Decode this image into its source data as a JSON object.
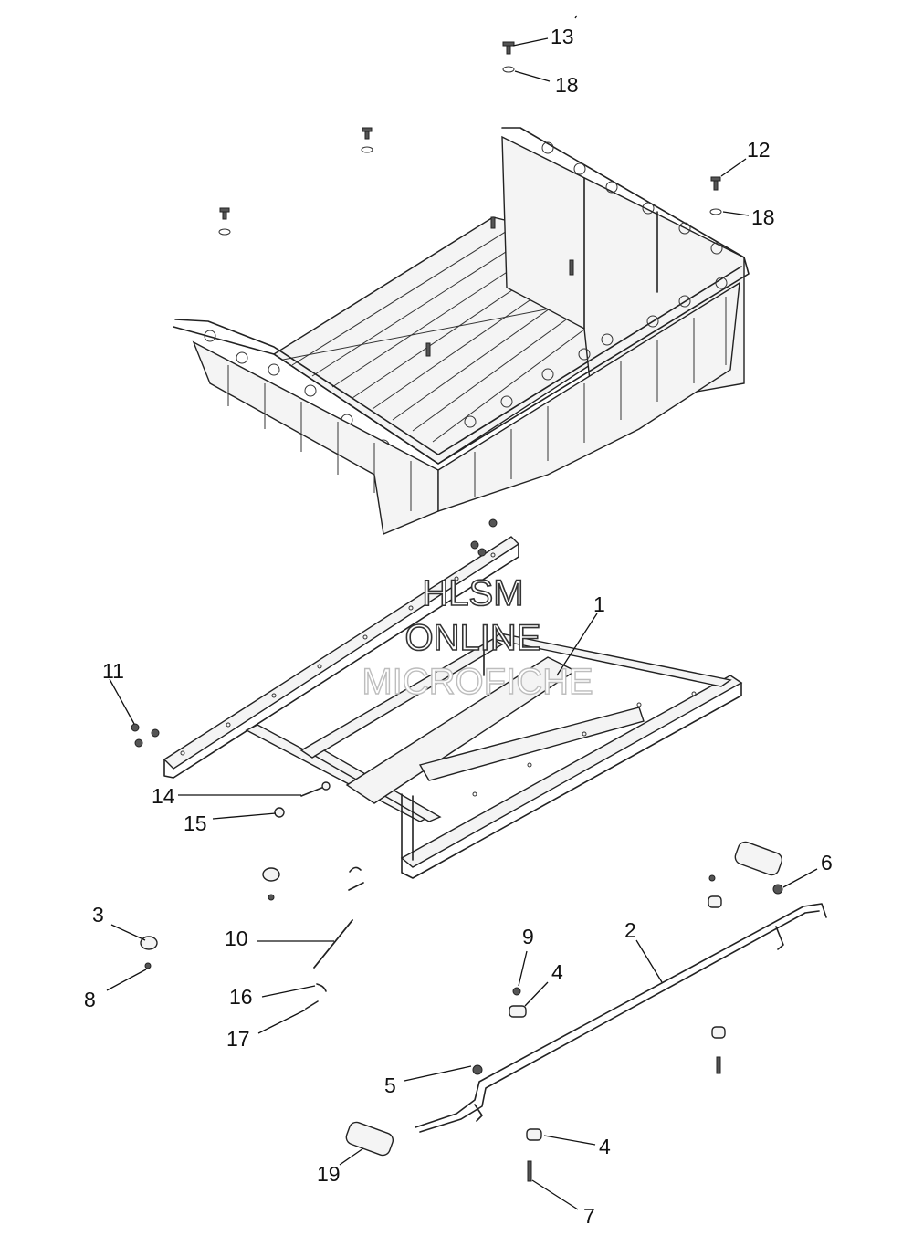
{
  "diagram": {
    "watermark": [
      "HLSM",
      "ONLINE",
      "MICROFICHE"
    ],
    "callouts": [
      "1",
      "2",
      "3",
      "4",
      "4",
      "5",
      "6",
      "7",
      "8",
      "9",
      "10",
      "11",
      "12",
      "13",
      "14",
      "15",
      "16",
      "17",
      "18",
      "18",
      "19"
    ]
  }
}
